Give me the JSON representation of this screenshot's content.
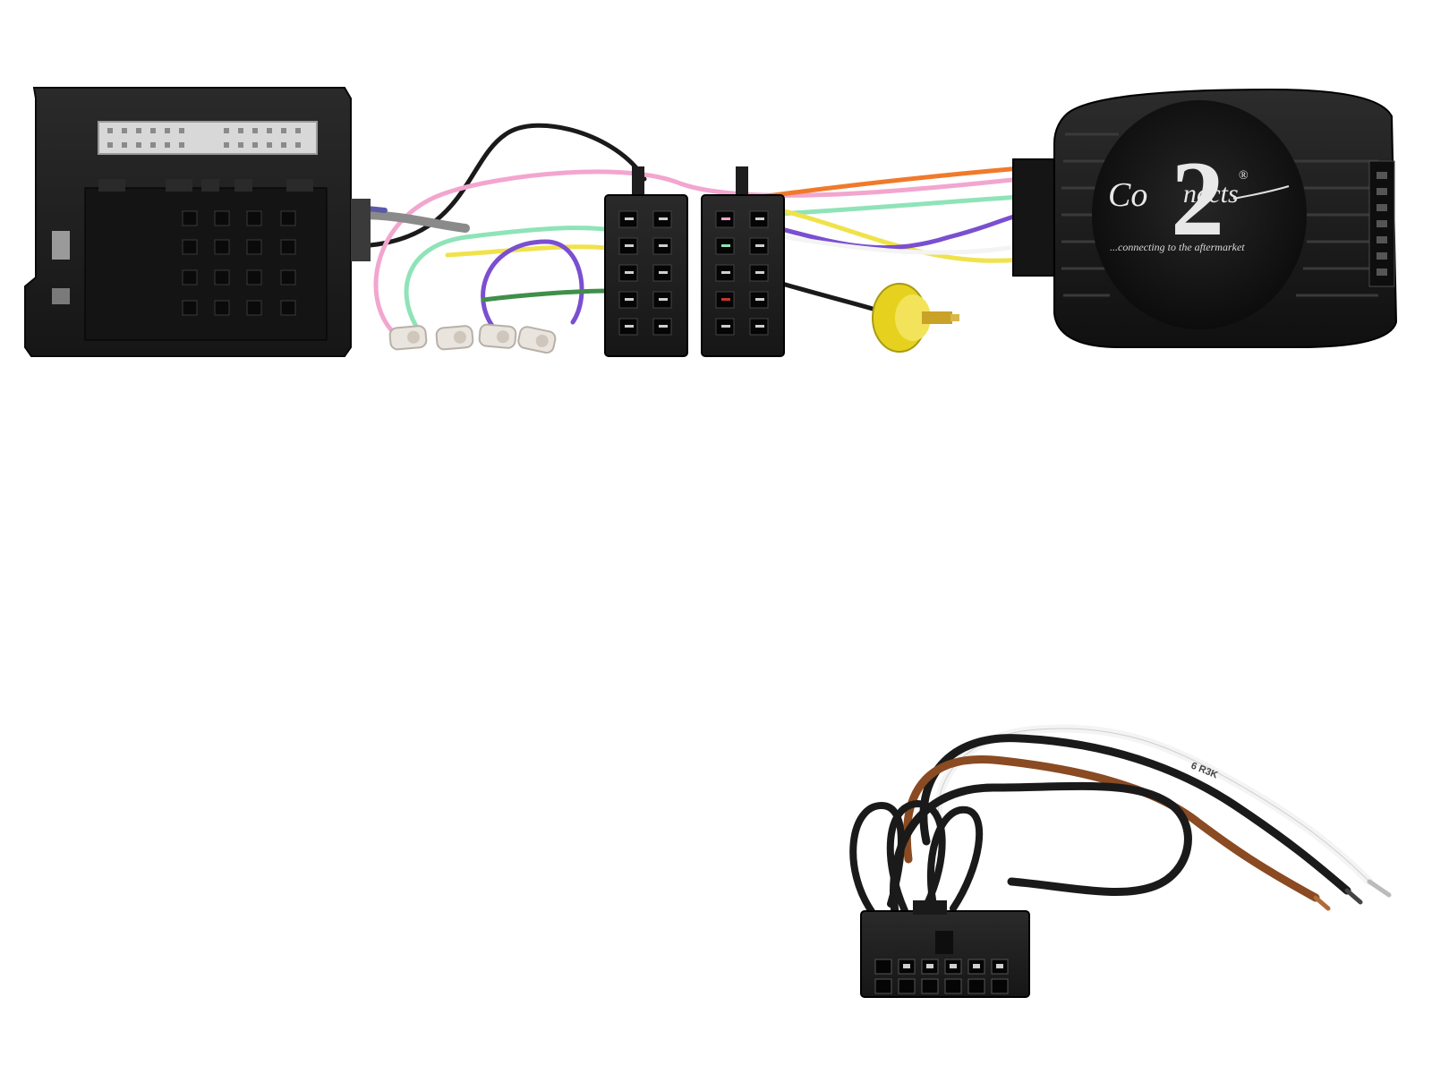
{
  "product": {
    "brand_prefix": "Co",
    "brand_suffix": "nects",
    "brand_numeral": "2",
    "registered_mark": "®",
    "tagline": "...connecting to the aftermarket"
  },
  "cable_print": "6 R3K",
  "colors": {
    "connector_black": "#1c1c1c",
    "module_black": "#161616",
    "rca_yellow": "#e6d21e",
    "wire_pink": "#f2a6cf",
    "wire_green": "#8fe3b8",
    "wire_yellow": "#f0e24a",
    "wire_purple": "#7a4fd0",
    "wire_orange": "#f07a2a",
    "wire_brown": "#8a4a22",
    "wire_white": "#f4f4f4",
    "wire_black": "#1a1a1a"
  }
}
